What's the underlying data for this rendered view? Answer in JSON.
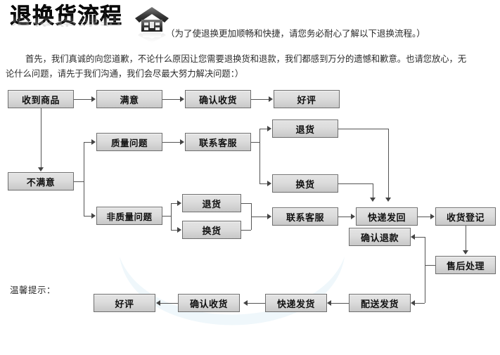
{
  "header": {
    "title": "退换货流程",
    "icon": "home-icon",
    "note": "（为了使退换更加顺畅和快捷，请您务必耐心了解以下退换流程。）"
  },
  "intro": {
    "line1": "首先，我们真诚的向您道歉，不论什么原因让您需要退换货和退款，我们都感到万分的遗憾和歉意。也请您放心，无",
    "line2": "论什么问题，请先于我们沟通，我们会尽最大努力解决问题：）"
  },
  "flow": {
    "nodes": [
      {
        "id": "n1",
        "label": "收到商品"
      },
      {
        "id": "n2",
        "label": "满意"
      },
      {
        "id": "n3",
        "label": "确认收货"
      },
      {
        "id": "n4",
        "label": "好评"
      },
      {
        "id": "n5",
        "label": "不满意"
      },
      {
        "id": "n6",
        "label": "质量问题"
      },
      {
        "id": "n7",
        "label": "联系客服"
      },
      {
        "id": "n8",
        "label": "退货"
      },
      {
        "id": "n9",
        "label": "换货"
      },
      {
        "id": "n10",
        "label": "非质量问题"
      },
      {
        "id": "n11",
        "label": "退货"
      },
      {
        "id": "n12",
        "label": "换货"
      },
      {
        "id": "n13",
        "label": "联系客服"
      },
      {
        "id": "n14",
        "label": "快递发回"
      },
      {
        "id": "n15",
        "label": "收货登记"
      },
      {
        "id": "n16",
        "label": "售后处理"
      },
      {
        "id": "n17",
        "label": "确认退款"
      },
      {
        "id": "n18",
        "label": "配送发货"
      },
      {
        "id": "n19",
        "label": "快递发货"
      },
      {
        "id": "n20",
        "label": "确认收货"
      },
      {
        "id": "n21",
        "label": "好评"
      }
    ]
  },
  "footer": {
    "tip": "温馨提示："
  },
  "colors": {
    "node_fill_top": "#e4e4e4",
    "node_fill_bottom": "#c8c8c8",
    "node_border": "#6e6e6e",
    "line": "#545454",
    "text": "#111111",
    "background": "#ffffff"
  }
}
